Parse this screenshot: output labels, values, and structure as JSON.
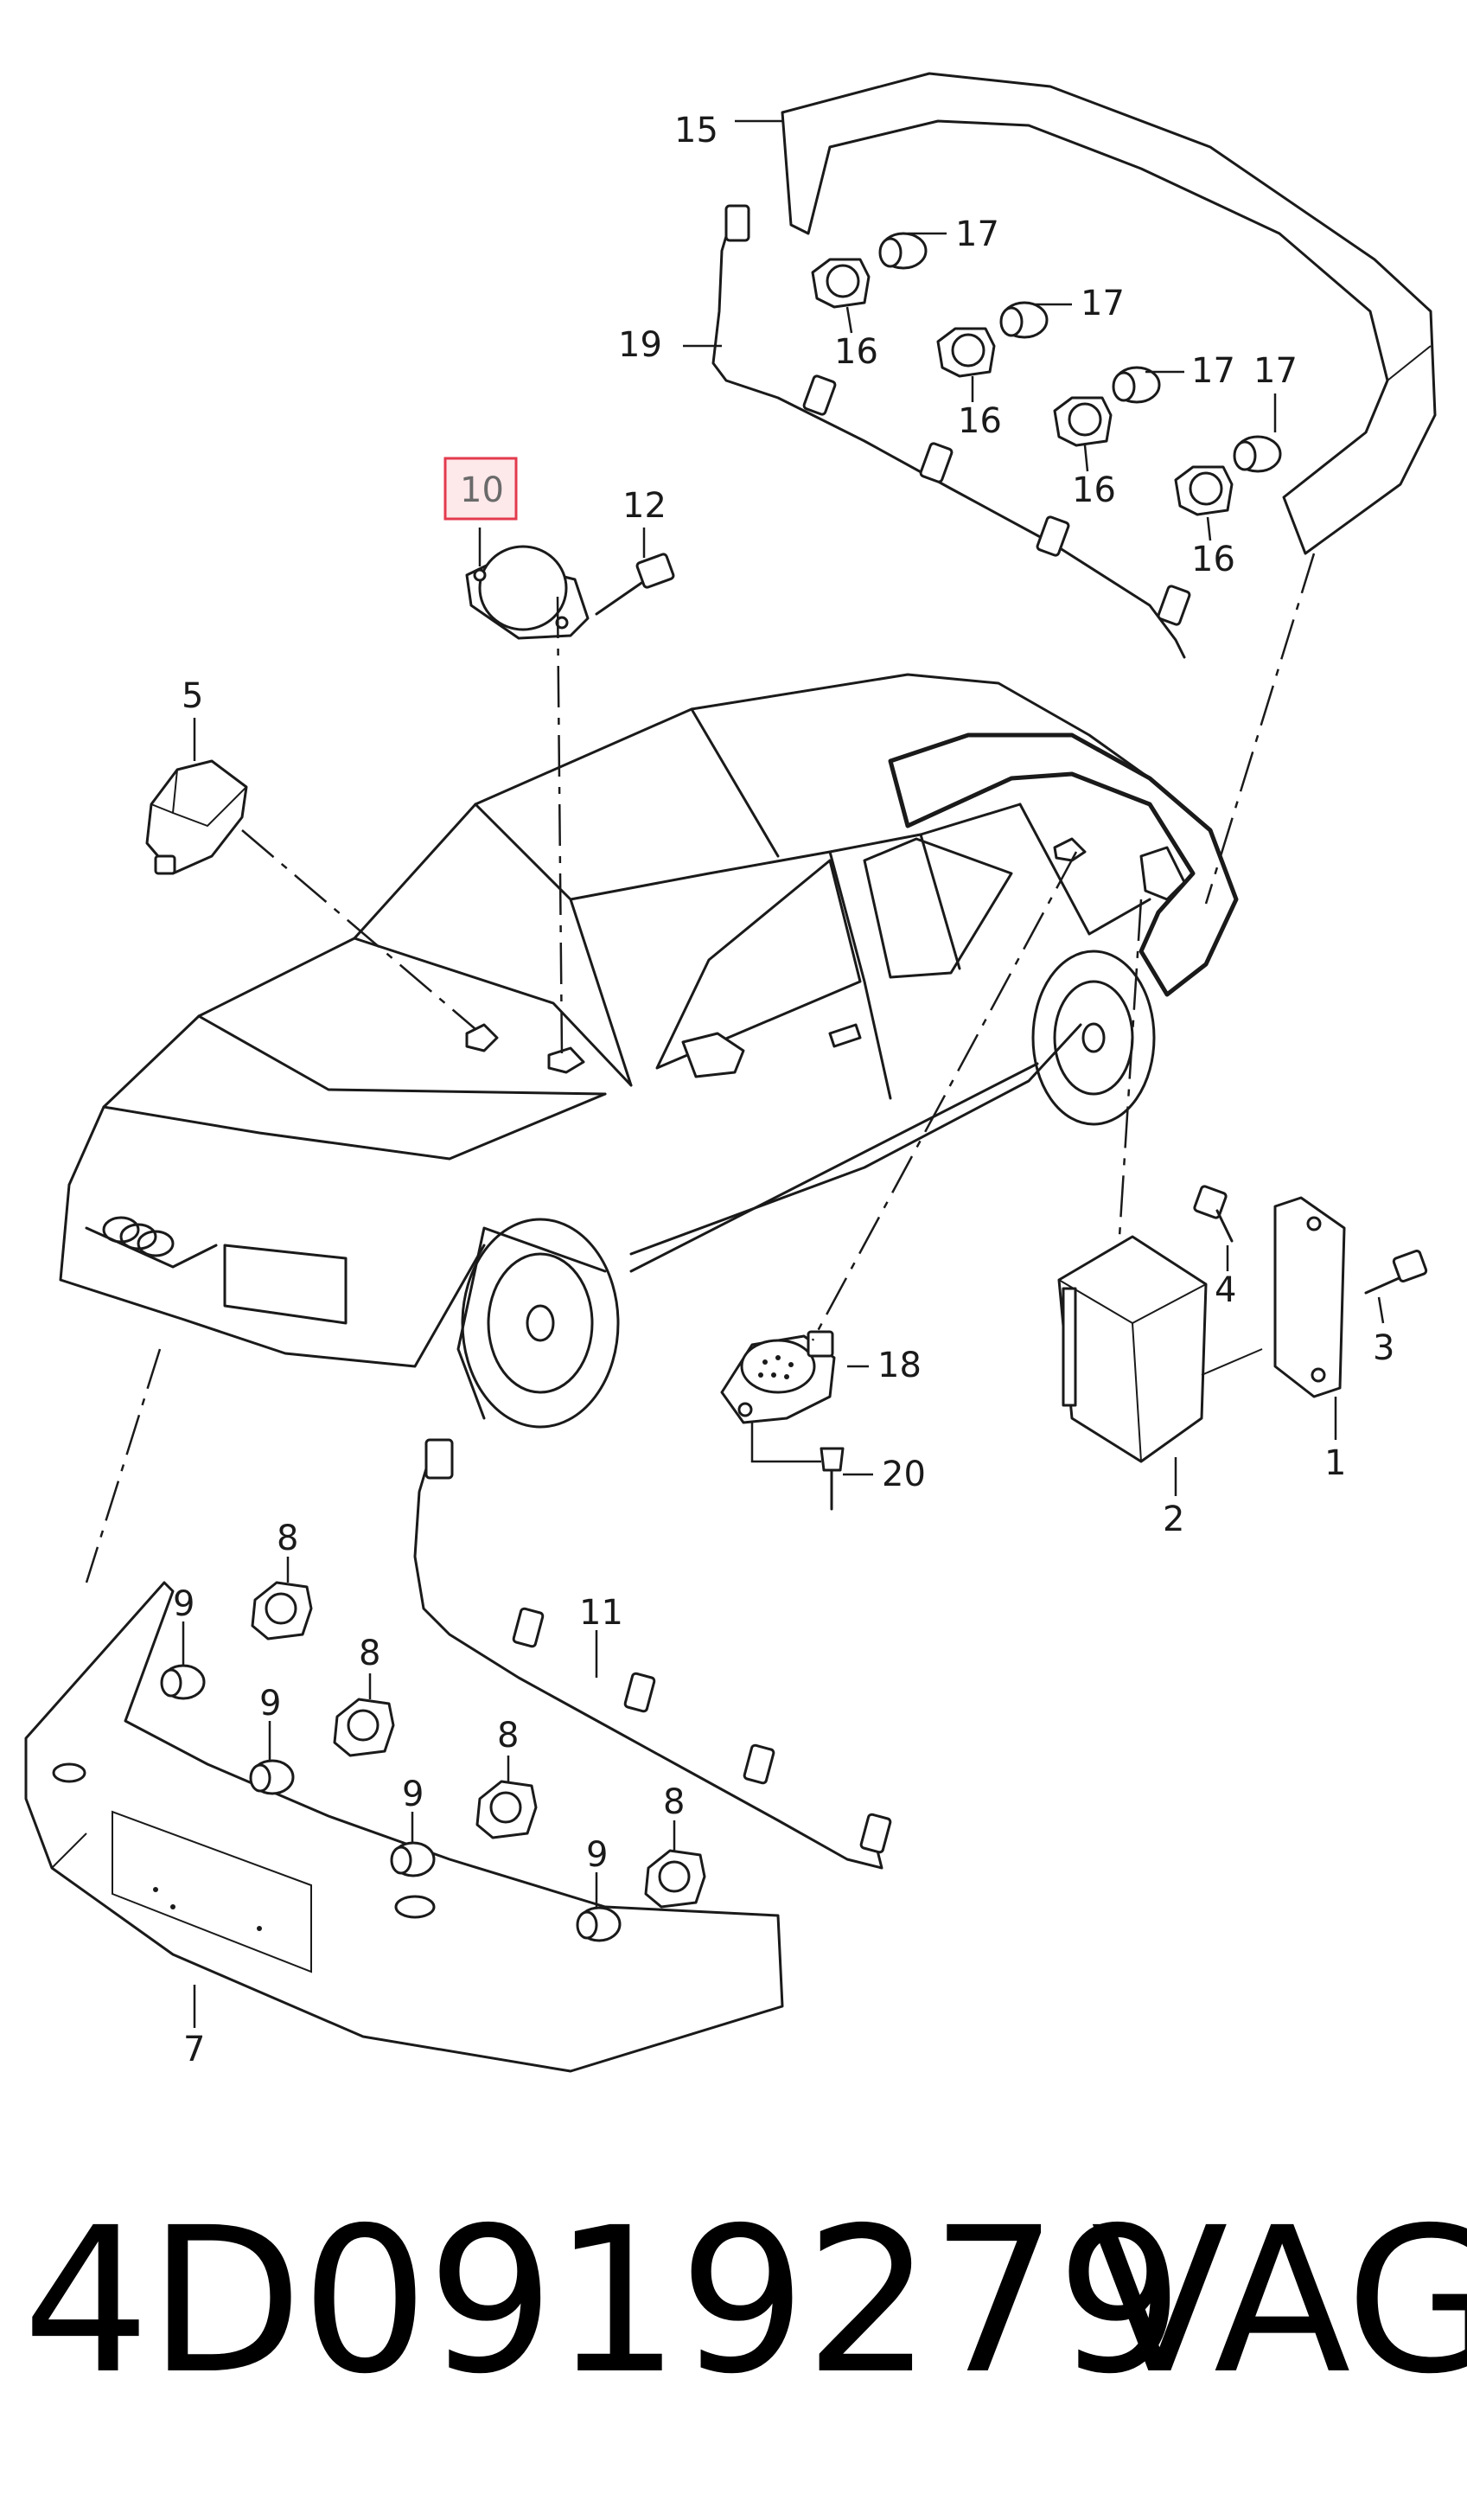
{
  "diagram": {
    "callouts": {
      "c1": "1",
      "c2": "2",
      "c3": "3",
      "c4": "4",
      "c5": "5",
      "c7": "7",
      "c8a": "8",
      "c8b": "8",
      "c8c": "8",
      "c8d": "8",
      "c9a": "9",
      "c9b": "9",
      "c9c": "9",
      "c9d": "9",
      "c10": "10",
      "c11": "11",
      "c12": "12",
      "c15": "15",
      "c16a": "16",
      "c16b": "16",
      "c16c": "16",
      "c16d": "16",
      "c17a": "17",
      "c17b": "17",
      "c17c": "17",
      "c17d": "17",
      "c18": "18",
      "c19": "19",
      "c20": "20"
    },
    "highlighted_part": "10"
  },
  "footer": {
    "part_number": "4D0919279",
    "brand": "VAG"
  },
  "colors": {
    "line": "#1a1a1a",
    "highlight_border": "#e33a4d",
    "highlight_fill": "#fde8ea"
  }
}
